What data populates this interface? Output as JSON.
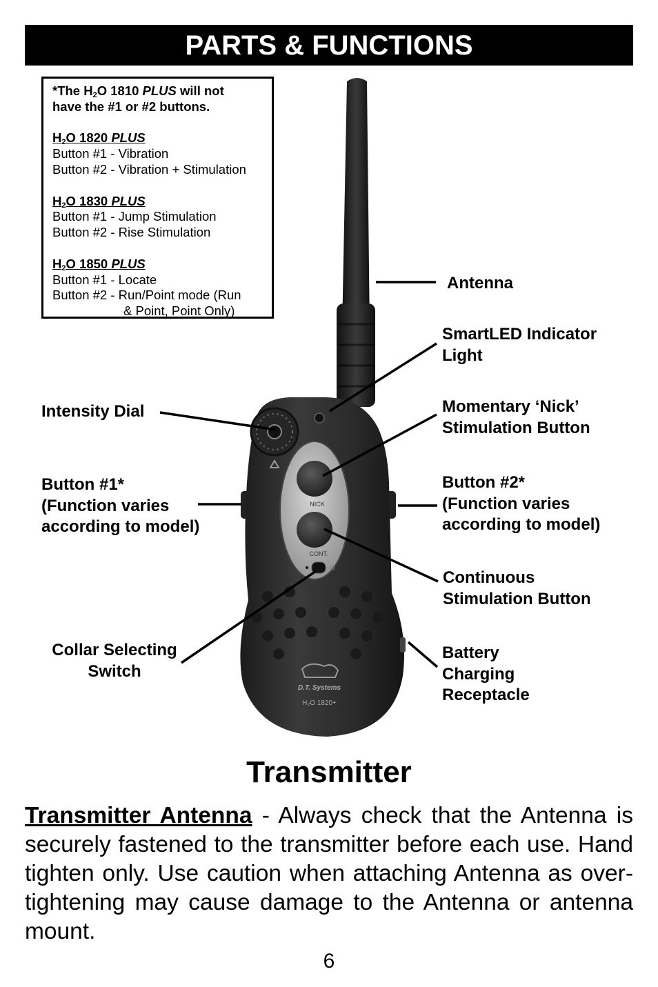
{
  "banner": "PARTS & FUNCTIONS",
  "note": {
    "intro_line1": "The H",
    "intro_sub": "2",
    "intro_line1_b": "O 1810 ",
    "intro_plus": "PLUS",
    "intro_line1_c": " will not",
    "intro_line2": "have the #1 or #2 buttons.",
    "intro_star": "*",
    "models": [
      {
        "h": "H",
        "sub": "2",
        "rest": "O 1820 ",
        "plus": "PLUS",
        "b1": "Button #1 - Vibration",
        "b2": "Button #2 - Vibration + Stimulation"
      },
      {
        "h": "H",
        "sub": "2",
        "rest": "O 1830 ",
        "plus": "PLUS",
        "b1": "Button #1 - Jump Stimulation",
        "b2": "Button #2 - Rise Stimulation"
      },
      {
        "h": "H",
        "sub": "2",
        "rest": "O 1850 ",
        "plus": "PLUS",
        "b1": "Button #1 - Locate",
        "b2": "Button #2 - Run/Point mode (Run",
        "b3": "& Point, Point Only)"
      }
    ]
  },
  "labels": {
    "antenna": "Antenna",
    "smartled_1": "SmartLED Indicator",
    "smartled_2": "Light",
    "nick_1": "Momentary ‘Nick’",
    "nick_2": "Stimulation Button",
    "intensity": "Intensity Dial",
    "button1_1": "Button #1*",
    "button1_2": "(Function varies",
    "button1_3": "according to model)",
    "button2_1": "Button #2*",
    "button2_2": "(Function varies",
    "button2_3": "according to model)",
    "continuous_1": "Continuous",
    "continuous_2": "Stimulation Button",
    "collar_1": "Collar Selecting",
    "collar_2": "Switch",
    "battery_1": "Battery",
    "battery_2": "Charging",
    "battery_3": "Receptacle"
  },
  "device": {
    "nick_text": "NICK",
    "cont_text": "CONT.",
    "brand": "D.T. Systems",
    "model": "H₂O 1820+"
  },
  "title": "Transmitter",
  "paragraph": {
    "heading": "Transmitter Antenna",
    "body": " - Always check that the Antenna is securely fastened to the transmitter before each use.  Hand tighten only.  Use caution when attaching Antenna as over-tightening may cause damage to the Antenna or antenna mount."
  },
  "page_number": "6"
}
